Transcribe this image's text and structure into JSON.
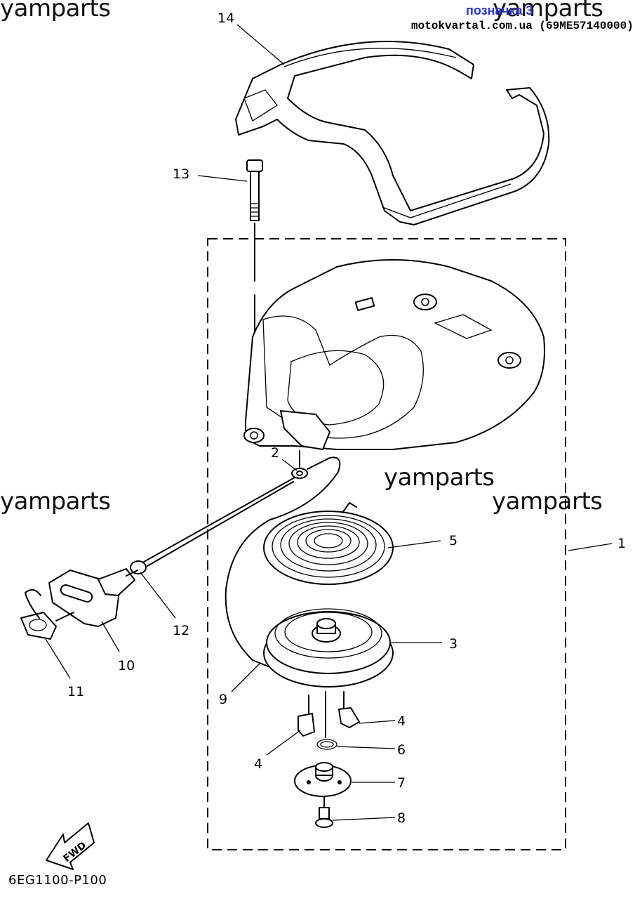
{
  "watermarks": [
    "yamparts",
    "yamparts",
    "yamparts",
    "yamparts",
    "yamparts"
  ],
  "header": {
    "mark_label": "позначка 3",
    "site_ref": "motokvartal.com.ua (69ME57140000)"
  },
  "callouts": [
    "14",
    "13",
    "2",
    "1",
    "5",
    "12",
    "3",
    "10",
    "11",
    "9",
    "4",
    "6",
    "4",
    "7",
    "8"
  ],
  "fwd_label": "FWD",
  "drawing_code": "6EG1100-P100"
}
